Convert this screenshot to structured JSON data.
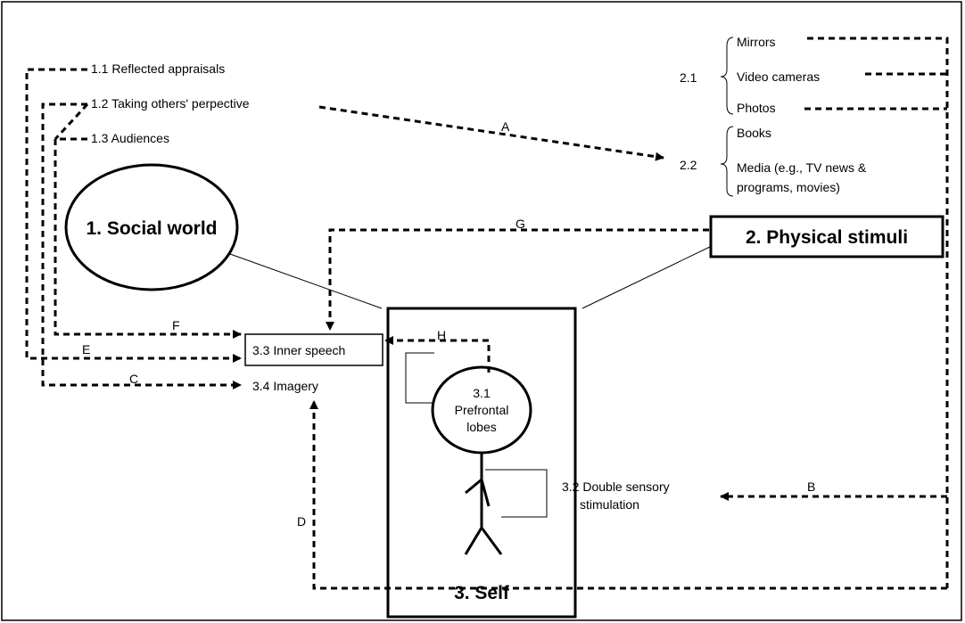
{
  "nodes": {
    "social_world": "1. Social world",
    "physical_stimuli": "2. Physical stimuli",
    "self": "3. Self"
  },
  "social_items": {
    "reflected_appraisals": "1.1 Reflected appraisals",
    "taking_perspective": "1.2 Taking others' perpective",
    "audiences": "1.3 Audiences"
  },
  "physical_items": {
    "group_1": "2.1",
    "mirrors": "Mirrors",
    "video_cameras": "Video cameras",
    "photos": "Photos",
    "group_2": "2.2",
    "books": "Books",
    "media_line1": "Media (e.g., TV news &",
    "media_line2": "programs, movies)"
  },
  "self_items": {
    "prefrontal_num": "3.1",
    "prefrontal_line1": "Prefrontal",
    "prefrontal_line2": "lobes",
    "double_sensory_line1": "3.2 Double sensory",
    "double_sensory_line2": "stimulation",
    "inner_speech": "3.3 Inner speech",
    "imagery": "3.4  Imagery"
  },
  "path_labels": {
    "a": "A",
    "b": "B",
    "c": "C",
    "d": "D",
    "e": "E",
    "f": "F",
    "g": "G",
    "h": "H"
  }
}
